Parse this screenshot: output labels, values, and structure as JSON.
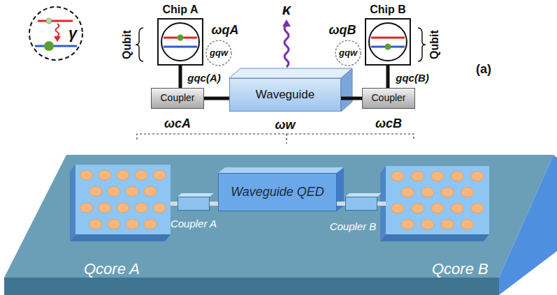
{
  "diagram": {
    "nodes": [
      {
        "text": [
          "Chip A"
        ]
      },
      {
        "text": [
          "Coupler"
        ]
      },
      {
        "text": [
          "Waveguide"
        ]
      },
      {
        "text": [
          "Coupler"
        ]
      },
      {
        "text": [
          "Chip B"
        ]
      },
      {
        "text": [
          "Qcore A"
        ]
      },
      {
        "text": [
          "Coupler A"
        ]
      },
      {
        "text": [
          "Waveguide QED"
        ]
      },
      {
        "text": [
          "Coupler B"
        ]
      },
      {
        "text": [
          "Qcore B"
        ]
      }
    ],
    "edges": [
      {
        "from": 0,
        "to": 1,
        "arrow": "none"
      },
      {
        "from": 1,
        "to": 2,
        "arrow": "none"
      },
      {
        "from": 2,
        "to": 3,
        "arrow": "none"
      },
      {
        "from": 3,
        "to": 4,
        "arrow": "none"
      },
      {
        "from": 5,
        "to": 6,
        "arrow": "none"
      },
      {
        "from": 6,
        "to": 7,
        "arrow": "none"
      },
      {
        "from": 7,
        "to": 8,
        "arrow": "none"
      },
      {
        "from": 8,
        "to": 9,
        "arrow": "none"
      }
    ],
    "labels": [
      "γ",
      "Qubit",
      "ωqA",
      "κ",
      "ωqB",
      "Qubit",
      "gqw",
      "gqw",
      "gqc(A)",
      "gqc(B)",
      "ωcA",
      "ωw",
      "ωcB",
      "(a)"
    ]
  }
}
